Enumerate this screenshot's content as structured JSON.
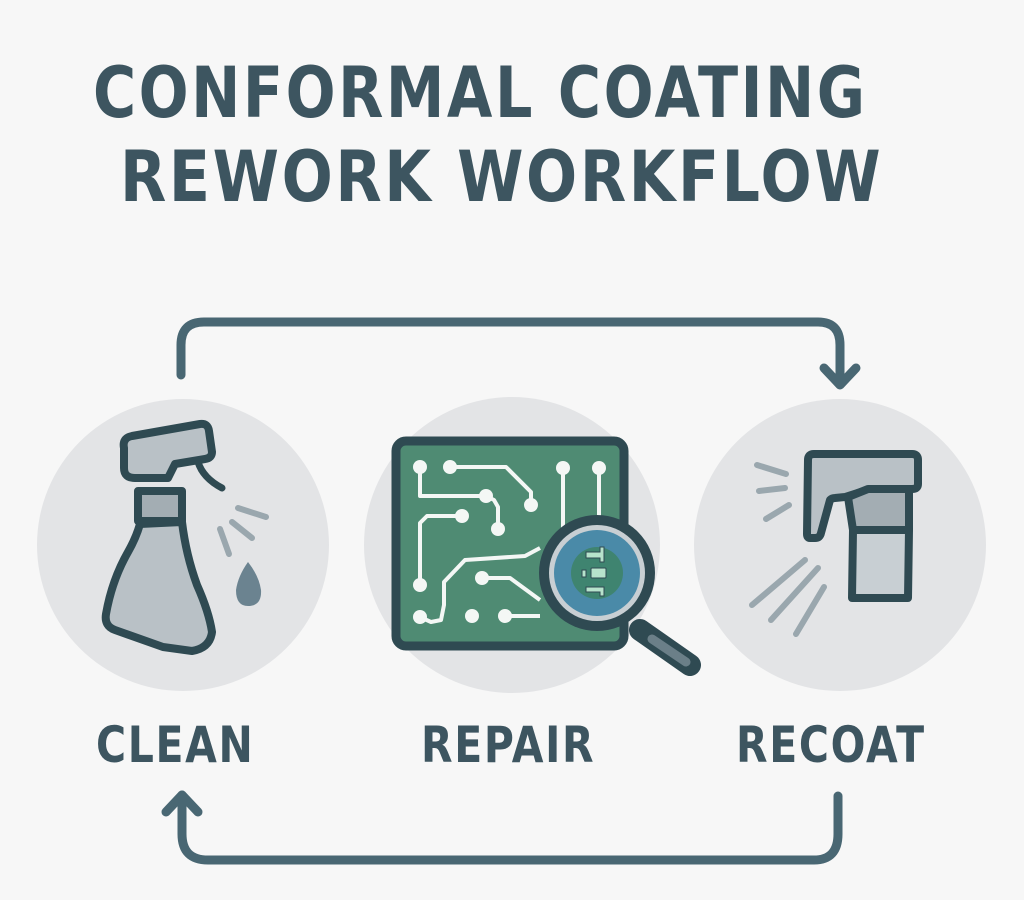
{
  "title": {
    "line1": "CONFORMAL COATING",
    "line2": "REWORK WORKFLOW"
  },
  "steps": [
    {
      "label": "CLEAN",
      "icon": "spray-bottle-icon"
    },
    {
      "label": "REPAIR",
      "icon": "circuit-board-magnifier-icon"
    },
    {
      "label": "RECOAT",
      "icon": "spray-gun-icon"
    }
  ],
  "flow": {
    "forward_arrow": {
      "from": "CLEAN",
      "to": "RECOAT",
      "position": "top"
    },
    "return_arrow": {
      "from": "RECOAT",
      "to": "CLEAN",
      "position": "bottom"
    }
  },
  "colors": {
    "background": "#f7f7f7",
    "text": "#3d5560",
    "arrow": "#496773",
    "circle": "#e3e4e6",
    "outline": "#2f4a52",
    "icon_fill": "#b9c1c6",
    "pcb_green": "#4f8b73",
    "trace": "#f4f7f5",
    "lens_blue": "#4a8aa8"
  }
}
